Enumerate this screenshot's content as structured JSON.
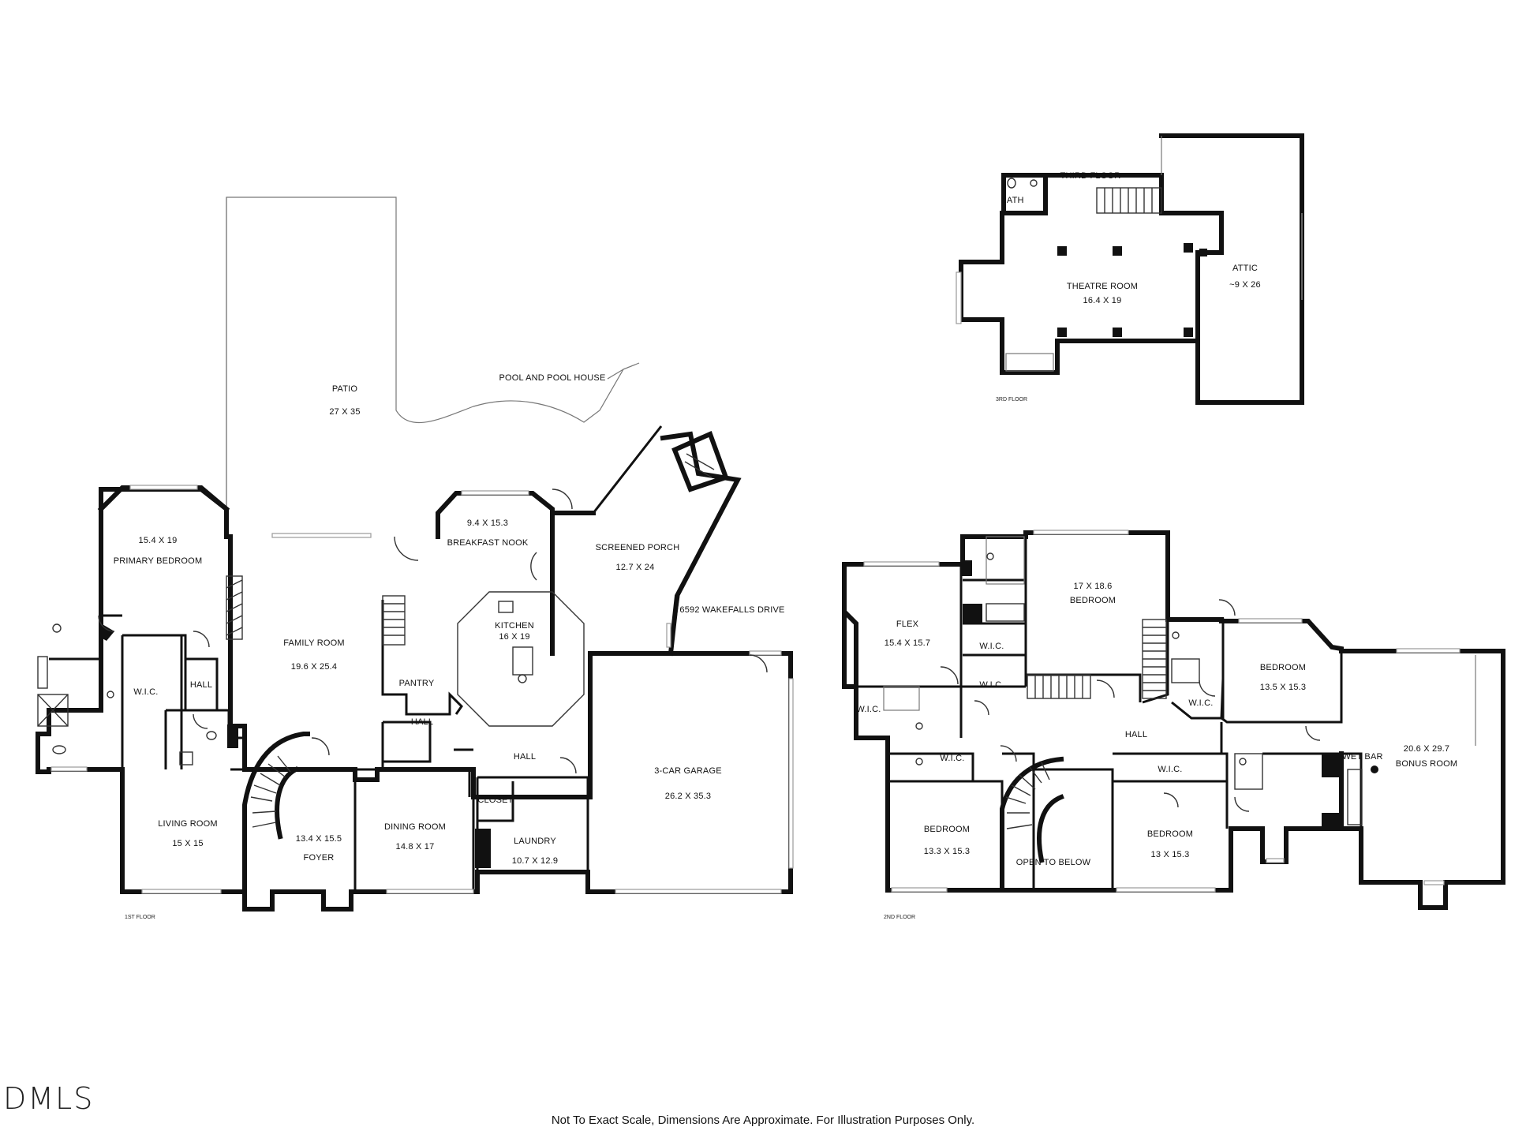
{
  "floors": {
    "first": {
      "caption": "1ST FLOOR",
      "rooms": [
        {
          "name": "PATIO",
          "dims": "27 X 35"
        },
        {
          "name": "POOL AND POOL HOUSE",
          "dims": ""
        },
        {
          "name": "PRIMARY BEDROOM",
          "dims": "15.4 X 19"
        },
        {
          "name": "FAMILY ROOM",
          "dims": "19.6 X 25.4"
        },
        {
          "name": "BREAKFAST NOOK",
          "dims": "9.4 X 15.3"
        },
        {
          "name": "KITCHEN",
          "dims": "16 X 19"
        },
        {
          "name": "SCREENED PORCH",
          "dims": "12.7 X 24"
        },
        {
          "name": "6592 WAKEFALLS DRIVE",
          "dims": ""
        },
        {
          "name": "3-CAR GARAGE",
          "dims": "26.2 X 35.3"
        },
        {
          "name": "W.I.C.",
          "dims": ""
        },
        {
          "name": "HALL",
          "dims": ""
        },
        {
          "name": "PANTRY",
          "dims": ""
        },
        {
          "name": "HALL",
          "dims": ""
        },
        {
          "name": "HALL",
          "dims": ""
        },
        {
          "name": "CLOSET",
          "dims": ""
        },
        {
          "name": "LIVING ROOM",
          "dims": "15 X 15"
        },
        {
          "name": "FOYER",
          "dims": "13.4 X 15.5"
        },
        {
          "name": "DINING ROOM",
          "dims": "14.8 X 17"
        },
        {
          "name": "LAUNDRY",
          "dims": "10.7 X 12.9"
        }
      ]
    },
    "second": {
      "caption": "2ND FLOOR",
      "rooms": [
        {
          "name": "FLEX",
          "dims": "15.4 X 15.7"
        },
        {
          "name": "BEDROOM",
          "dims": "17 X 18.6"
        },
        {
          "name": "BEDROOM",
          "dims": "13.5 X 15.3"
        },
        {
          "name": "BONUS ROOM",
          "dims": "20.6 X 29.7"
        },
        {
          "name": "WET BAR",
          "dims": ""
        },
        {
          "name": "HALL",
          "dims": ""
        },
        {
          "name": "BEDROOM",
          "dims": "13.3 X 15.3"
        },
        {
          "name": "OPEN TO BELOW",
          "dims": ""
        },
        {
          "name": "BEDROOM",
          "dims": "13 X 15.3"
        },
        {
          "name": "W.I.C.",
          "dims": ""
        },
        {
          "name": "W.I.C.",
          "dims": ""
        },
        {
          "name": "W.I.C.",
          "dims": ""
        },
        {
          "name": "W.I.C.",
          "dims": ""
        },
        {
          "name": "W.I.C.",
          "dims": ""
        },
        {
          "name": "W.I.C.",
          "dims": ""
        }
      ]
    },
    "third": {
      "caption": "3RD FLOOR",
      "rooms": [
        {
          "name": "THIRD FLOOR",
          "dims": ""
        },
        {
          "name": "BATH",
          "dims": ""
        },
        {
          "name": "THEATRE ROOM",
          "dims": "16.4 X 19"
        },
        {
          "name": "ATTIC",
          "dims": "~9 X 26"
        }
      ]
    }
  },
  "branding": {
    "logo": "DMLS"
  },
  "disclaimer": "Not To Exact Scale, Dimensions Are Approximate. For Illustration Purposes Only."
}
